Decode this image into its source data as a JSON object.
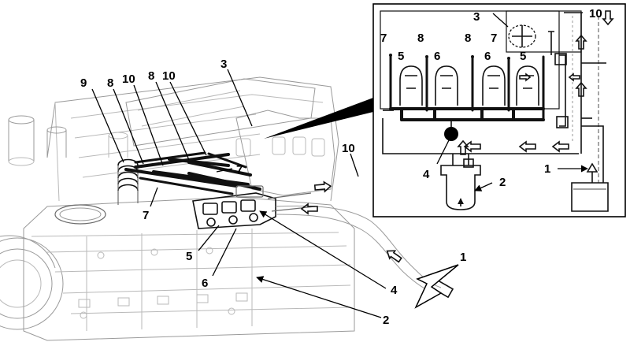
{
  "callouts": {
    "main": {
      "l9": "9",
      "l8a": "8",
      "l10a": "10",
      "l8b": "8",
      "l10b": "10",
      "l3": "3",
      "l7a": "7",
      "l7b": "7",
      "l10c": "10",
      "l5": "5",
      "l6": "6",
      "l4": "4",
      "l1": "1",
      "l2": "2"
    },
    "inset": {
      "l7a": "7",
      "l5a": "5",
      "l8a": "8",
      "l6a": "6",
      "l8b": "8",
      "l6b": "6",
      "l7b": "7",
      "l5b": "5",
      "l3": "3",
      "l10": "10",
      "l4": "4",
      "l2": "2",
      "l1": "1"
    }
  },
  "icons": {
    "flow_arrow": "hollow-arrow-icon",
    "pointer_arrow": "solid-arrow-icon"
  },
  "colors": {
    "line": "#111111",
    "faint": "#b9b9b9",
    "background": "#ffffff"
  }
}
